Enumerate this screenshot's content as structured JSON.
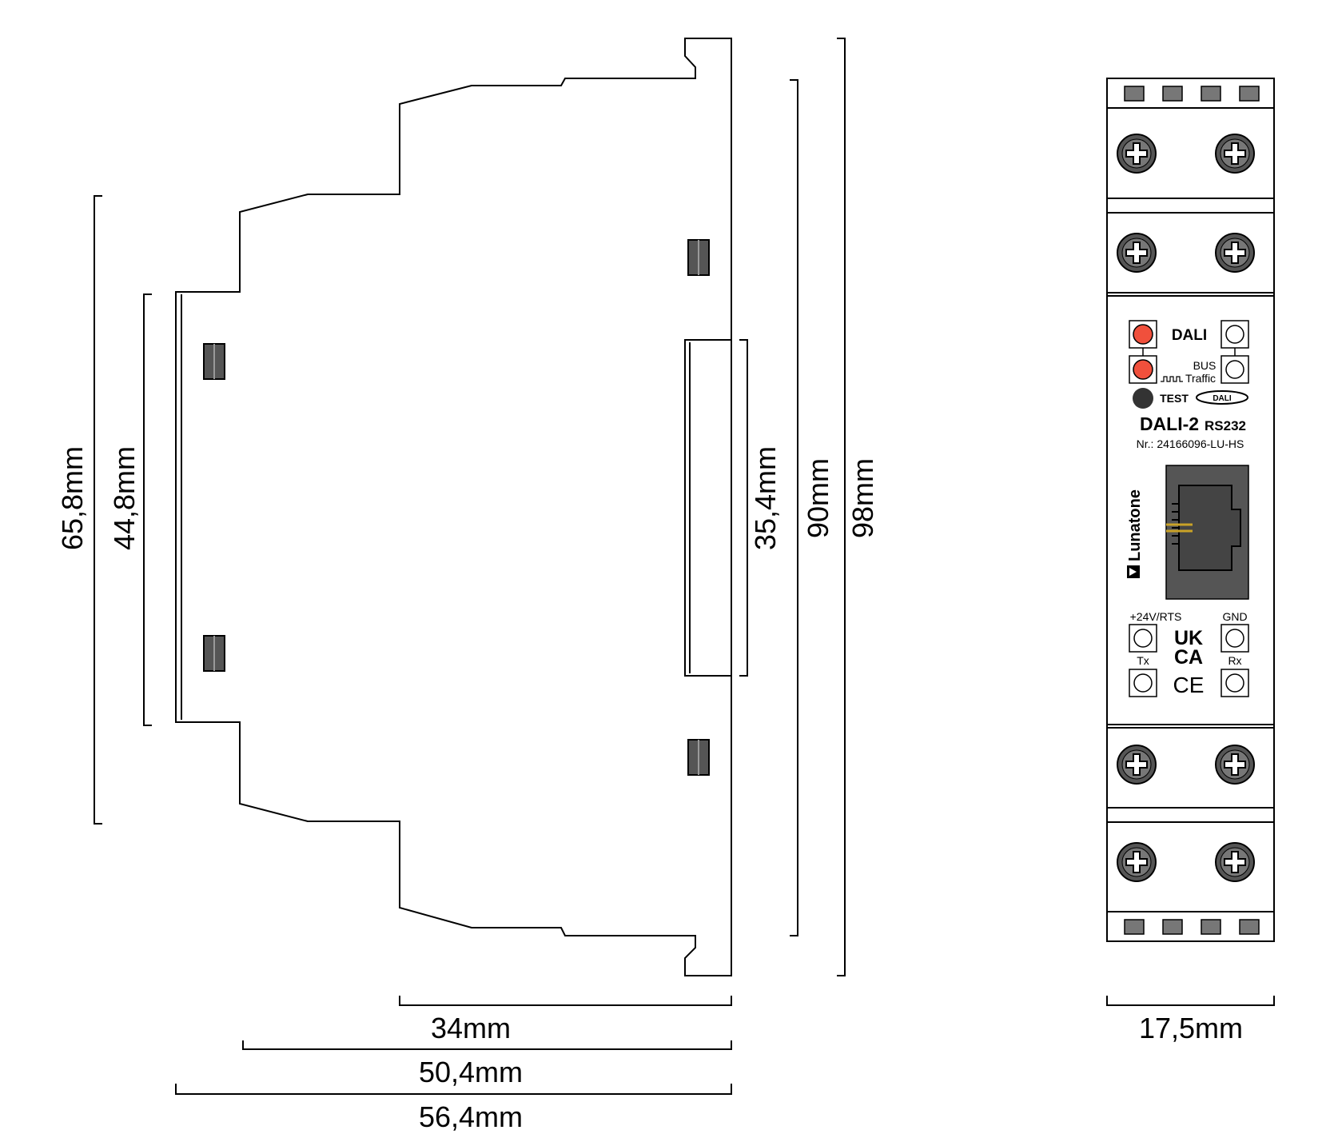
{
  "side_view": {
    "dimensions": {
      "height_65_8": "65,8mm",
      "height_44_8": "44,8mm",
      "height_35_4": "35,4mm",
      "height_90": "90mm",
      "height_98": "98mm",
      "depth_34": "34mm",
      "depth_50_4": "50,4mm",
      "depth_56_4": "56,4mm"
    }
  },
  "front_view": {
    "width_dim": "17,5mm",
    "leds": {
      "dali_label": "DALI",
      "bus_label": "BUS",
      "traffic_label": "Traffic",
      "led_color": "#f0503c"
    },
    "test_label": "TEST",
    "dali_logo_text": "DALI",
    "model_main": "DALI-2",
    "model_sub": "RS232",
    "serial": "Nr.: 24166096-LU-HS",
    "brand": "Lunatone",
    "terminals": {
      "plus24v": "+24V/RTS",
      "gnd": "GND",
      "tx": "Tx",
      "rx": "Rx"
    },
    "marks": {
      "ukca_line1": "UK",
      "ukca_line2": "CA",
      "ce": "CE"
    }
  }
}
